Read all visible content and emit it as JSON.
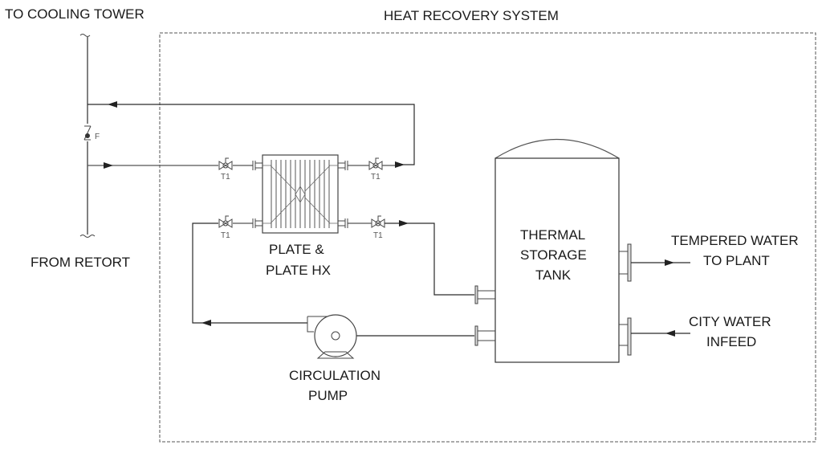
{
  "diagram": {
    "type": "process-flow-diagram",
    "system_boundary_label": "HEAT RECOVERY SYSTEM",
    "external_labels": {
      "top": "TO COOLING TOWER",
      "bottom": "FROM  RETORT"
    },
    "equipment": {
      "heat_exchanger": {
        "line1": "PLATE &",
        "line2": "PLATE HX"
      },
      "pump": {
        "line1": "CIRCULATION",
        "line2": "PUMP"
      },
      "tank": {
        "line1": "THERMAL",
        "line2": "STORAGE",
        "line3": "TANK"
      }
    },
    "valves": {
      "main_line_valve_tag": "F",
      "hx_hot_in_tag": "T1",
      "hx_hot_out_tag": "T1",
      "hx_cold_in_tag": "T1",
      "hx_cold_out_tag": "T1"
    },
    "streams": {
      "tempered_out": {
        "line1": "TEMPERED WATER",
        "line2": "TO PLANT"
      },
      "city_in": {
        "line1": "CITY WATER",
        "line2": "INFEED"
      }
    },
    "colors": {
      "line": "#2a2a2a",
      "boundary": "#555555",
      "background": "#ffffff"
    }
  }
}
